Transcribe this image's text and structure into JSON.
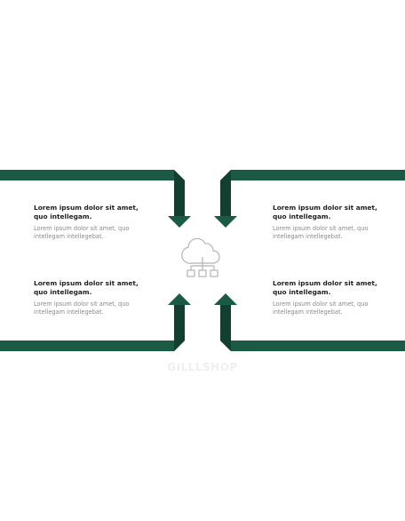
{
  "colors": {
    "accent": "#1b5a44",
    "accent_dark": "#123f30",
    "icon": "#b5b5b5"
  },
  "center_icon": "cloud-network-icon",
  "blocks": [
    {
      "heading": "Lorem ipsum dolor sit amet, quo intellegam.",
      "body": "Lorem ipsum dolor sit amet, quo intellegam intellegebat."
    },
    {
      "heading": "Lorem ipsum dolor sit amet, quo intellegam.",
      "body": "Lorem ipsum dolor sit amet, quo intellegam intellegebat."
    },
    {
      "heading": "Lorem ipsum dolor sit amet, quo intellegam.",
      "body": "Lorem ipsum dolor sit amet, quo intellegam intellegebat."
    },
    {
      "heading": "Lorem ipsum dolor sit amet, quo intellegam.",
      "body": "Lorem ipsum dolor sit amet, quo intellegam intellegebat."
    }
  ],
  "watermark": "GILLLSHOP"
}
